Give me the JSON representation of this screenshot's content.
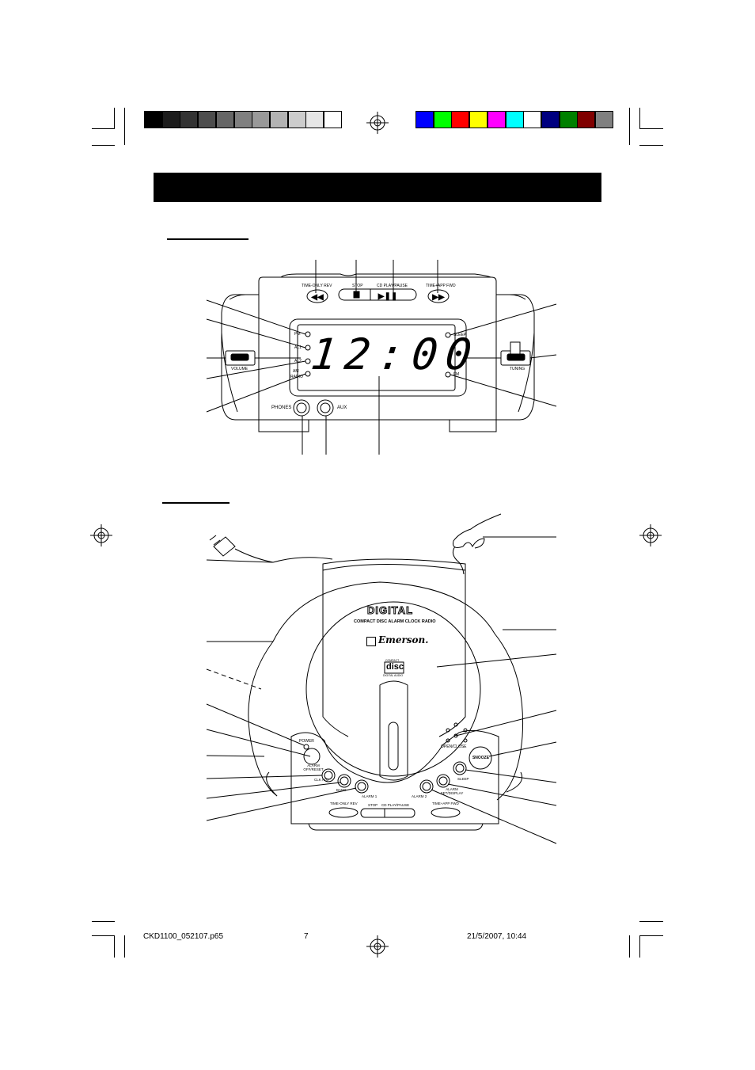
{
  "color_bars": {
    "gray": [
      "#000000",
      "#1c1c1c",
      "#333333",
      "#4d4d4d",
      "#666666",
      "#808080",
      "#999999",
      "#b3b3b3",
      "#cccccc",
      "#e6e6e6",
      "#ffffff"
    ],
    "color": [
      "#0000ff",
      "#00ff00",
      "#ff0000",
      "#ffff00",
      "#ff00ff",
      "#00ffff",
      "#ffffff",
      "#000080",
      "#008000",
      "#800000",
      "#808080"
    ]
  },
  "front_view": {
    "button_labels": {
      "time_only_rev": "TIME-ONLY REV",
      "stop": "STOP",
      "cd_play_pause": "CD PLAY/PAUSE",
      "time_app_fwd": "TIME+APP FWD"
    },
    "indicators_left": [
      "PM",
      "AL1",
      "AL2",
      "AM",
      "RADIO"
    ],
    "indicators_right": [
      "SLEEP",
      "FM"
    ],
    "display_time": "12:00",
    "volume_label": "VOLUME",
    "tuning_label": "TUNING",
    "phones_label": "PHONES",
    "aux_label": "AUX"
  },
  "top_view": {
    "brand_digital": "DIGITAL",
    "product_line": "COMPACT DISC ALARM CLOCK RADIO",
    "brand_name": "Emerson.",
    "cd_logo_top": "COMPACT",
    "cd_logo_main": "disc",
    "cd_logo_bottom": "DIGITAL AUDIO",
    "open_close": "OPEN/CLOSE",
    "snooze": "SNOOZE",
    "power": "POWER",
    "alarm_off_reset": "ALARM OFF/RESET",
    "clk_adj": "CLK ADJ",
    "band": "BAND",
    "alarm1": "ALARM 1",
    "alarm2": "ALARM 2",
    "alarm_set_display": "ALARM SET/DISPLAY",
    "sleep": "SLEEP",
    "time_only_rev": "TIME-ONLY REV",
    "stop": "STOP",
    "cd_play_pause": "CD PLAY/PAUSE",
    "time_app_fwd": "TIME+APP FWD"
  },
  "footer": {
    "file": "CKD1100_052107.p65",
    "page": "7",
    "date": "21/5/2007, 10:44"
  }
}
